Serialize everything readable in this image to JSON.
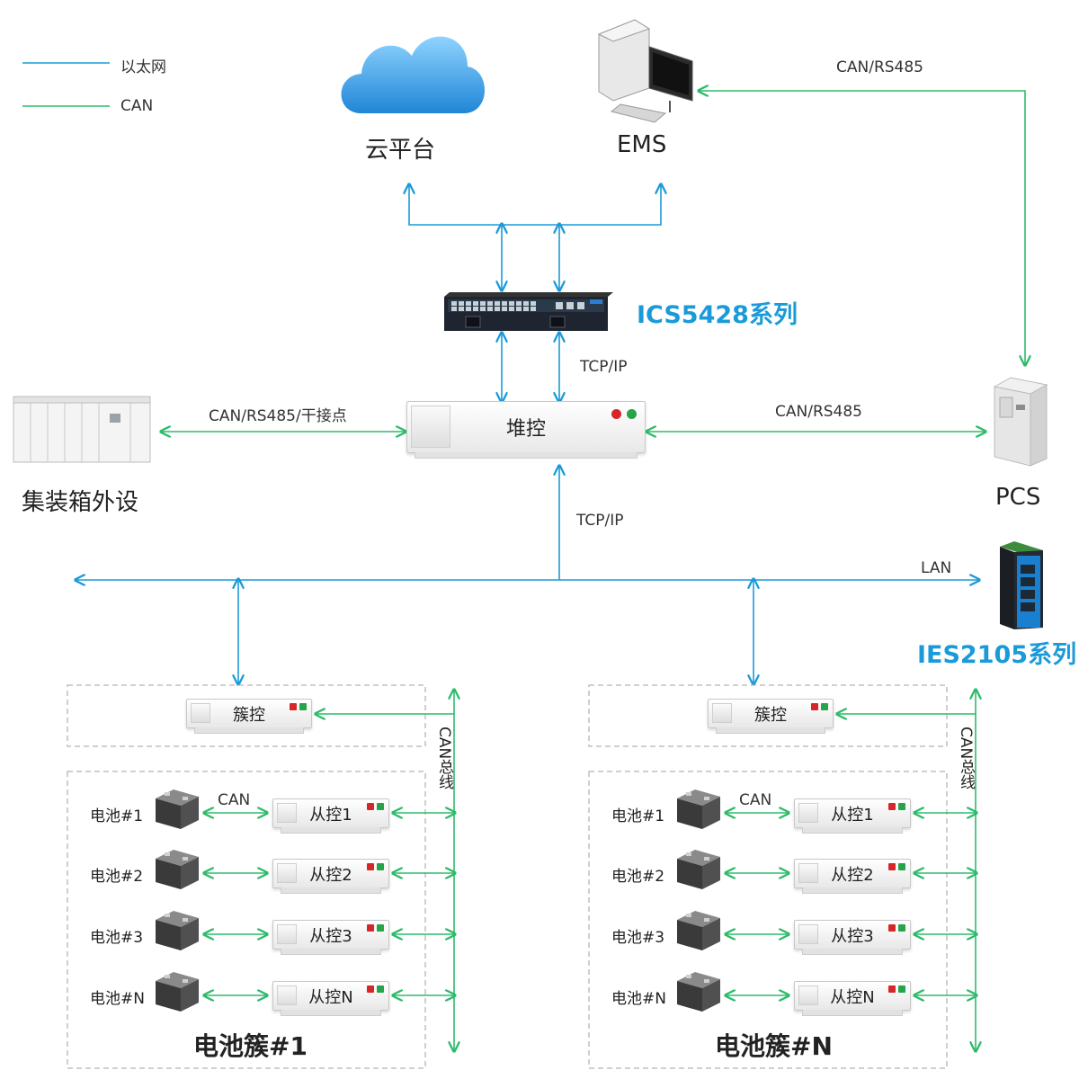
{
  "legend": {
    "ethernet_label": "以太网",
    "can_label": "CAN",
    "ethernet_color": "#1a9ad9",
    "can_color": "#2dbb6a"
  },
  "top": {
    "cloud_label": "云平台",
    "ems_label": "EMS",
    "ems_link_label": "CAN/RS485"
  },
  "switch": {
    "title": "ICS5428系列",
    "link_label": "TCP/IP"
  },
  "stack": {
    "name": "堆控",
    "left_link_label": "CAN/RS485/干接点",
    "right_link_label": "CAN/RS485",
    "down_link_label": "TCP/IP"
  },
  "container": {
    "label": "集装箱外设"
  },
  "pcs": {
    "label": "PCS"
  },
  "lan": {
    "label": "LAN",
    "switch_title": "IES2105系列"
  },
  "clusters": [
    {
      "controller": "簇控",
      "bus_label": "CAN总线",
      "can_label": "CAN",
      "title": "电池簇#1",
      "batteries": [
        "电池#1",
        "电池#2",
        "电池#3",
        "电池#N"
      ],
      "slaves": [
        "从控1",
        "从控2",
        "从控3",
        "从控N"
      ]
    },
    {
      "controller": "簇控",
      "bus_label": "CAN总线",
      "can_label": "CAN",
      "title": "电池簇#N",
      "batteries": [
        "电池#1",
        "电池#2",
        "电池#3",
        "电池#N"
      ],
      "slaves": [
        "从控1",
        "从控2",
        "从控3",
        "从控N"
      ]
    }
  ]
}
